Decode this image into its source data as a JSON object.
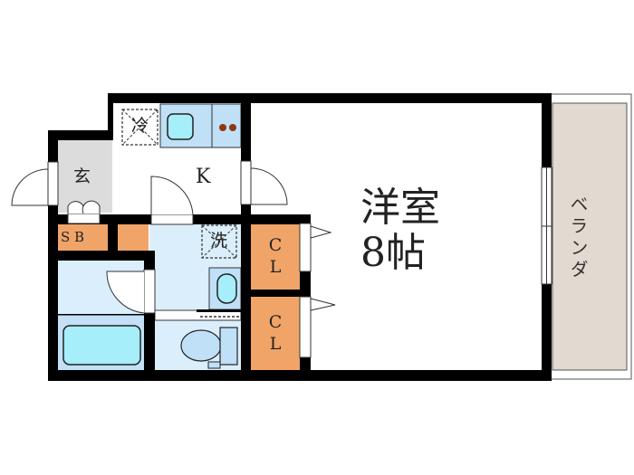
{
  "floor_plan": {
    "type": "apartment layout (1K)",
    "rooms": {
      "western_room": {
        "label": "洋室",
        "size": "8帖"
      },
      "kitchen": {
        "label": "K"
      },
      "entrance": {
        "label": "玄"
      },
      "shoe_box": {
        "label": "S B"
      },
      "closet_1": {
        "label": "C L"
      },
      "closet_2": {
        "label": "C L"
      },
      "balcony": {
        "label": "ベランダ"
      }
    },
    "fixtures": {
      "fridge": {
        "label": "冷"
      },
      "washer": {
        "label": "洗"
      }
    },
    "colors": {
      "wall": "#000000",
      "entrance_floor": "#dcdcdc",
      "storage": "#f0a468",
      "wet_area": "#dbeefb",
      "fixture": "#bfe0f7",
      "basin": "#a6eefa",
      "balcony": "#e2d9d0",
      "stove_burner": "#8b3a0e"
    }
  }
}
